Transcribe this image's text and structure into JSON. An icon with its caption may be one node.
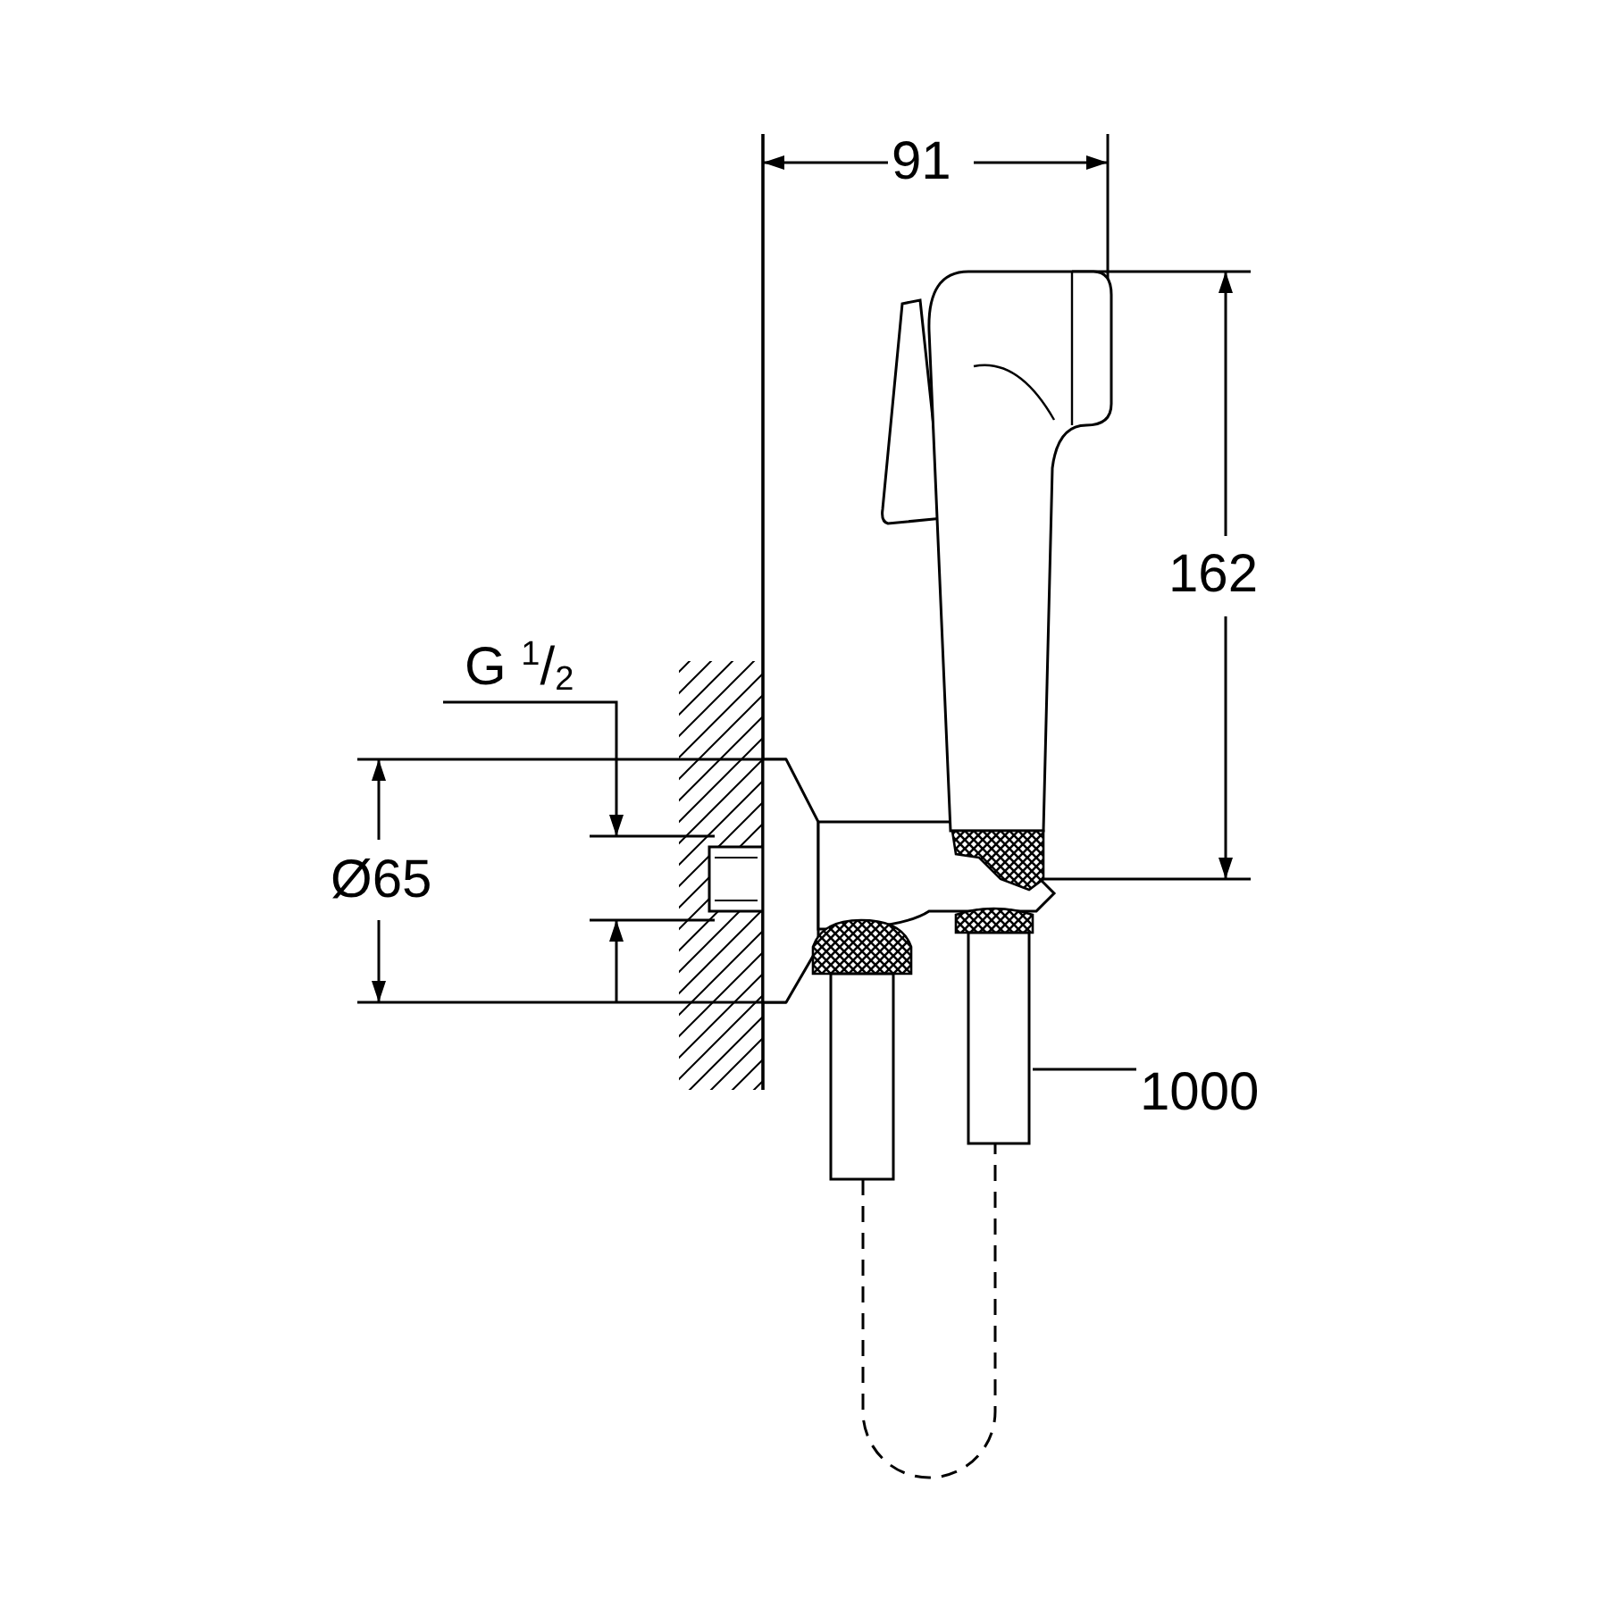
{
  "diagram": {
    "nodes": [
      {
        "text": [
          "1000"
        ]
      },
      {
        "text": [],
        "shape": "bar"
      }
    ],
    "edges": [
      {
        "from": 0,
        "to": 1,
        "arrow": "none"
      }
    ],
    "labels": [
      "91",
      "162",
      "G $^{1}$/$_{2}$",
      "Ø65"
    ]
  }
}
